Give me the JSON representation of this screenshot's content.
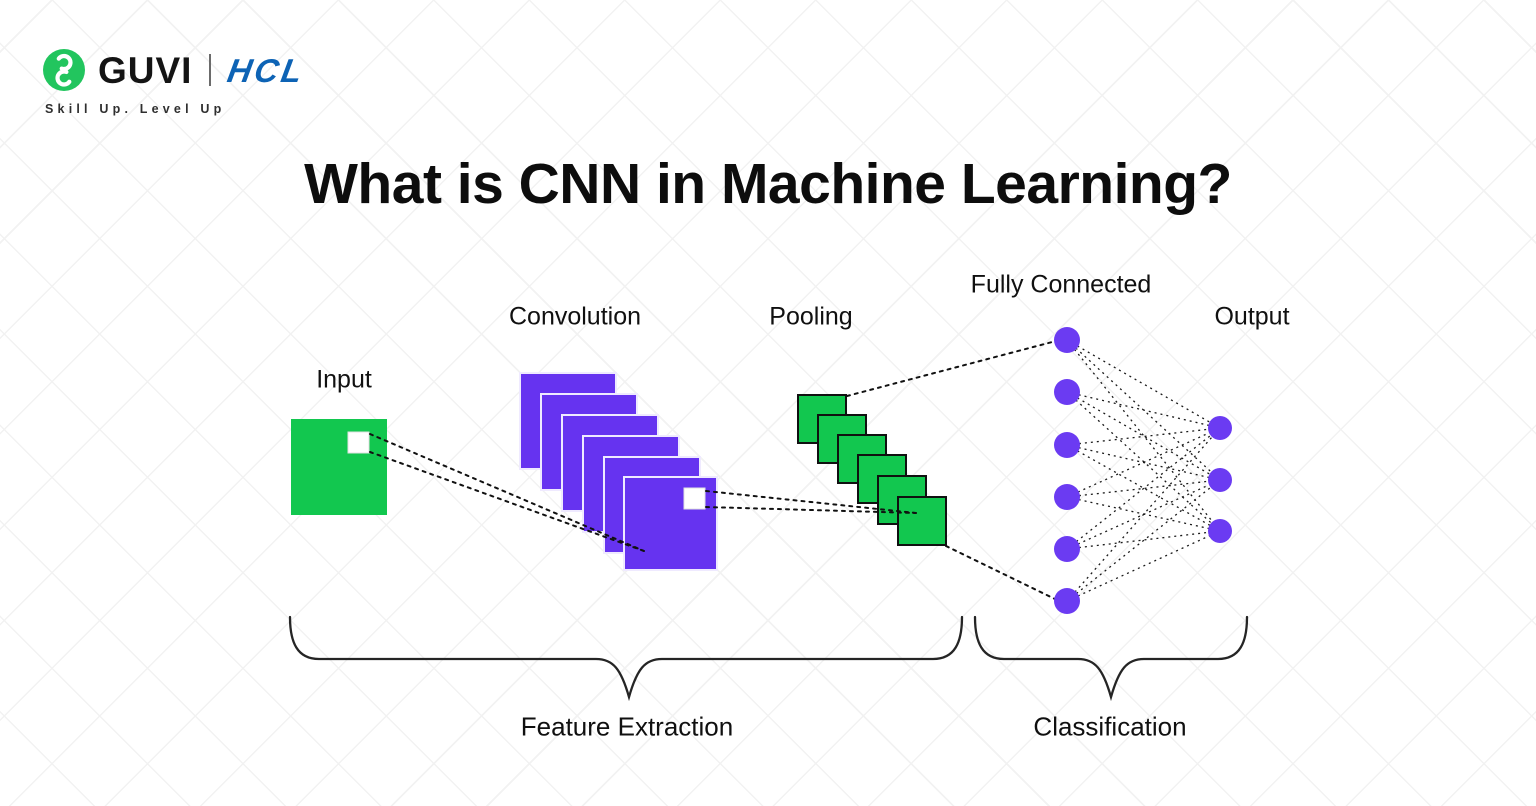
{
  "logo": {
    "brand": "GUVI",
    "partner": "HCL",
    "tagline": "Skill Up. Level Up",
    "icon": "guvi-green-circle-g-icon",
    "colors": {
      "guvi_green": "#22C55E",
      "hcl_blue": "#0D63B5"
    }
  },
  "title": "What is CNN in Machine Learning?",
  "diagram": {
    "labels": {
      "input": "Input",
      "convolution": "Convolution",
      "pooling": "Pooling",
      "fully_connected": "Fully Connected",
      "output": "Output"
    },
    "stages": {
      "feature_extraction": "Feature Extraction",
      "classification": "Classification"
    },
    "structure": {
      "input_images": 1,
      "convolution_feature_maps": 6,
      "pooling_maps": 6,
      "fully_connected_nodes": 6,
      "output_nodes": 3,
      "connections": "fully-connected layer nodes link to every output node with dotted lines"
    },
    "colors": {
      "input_green": "#12C74F",
      "convolution_purple": "#6633F0",
      "pooling_green": "#12C74F",
      "node_purple": "#6B3BF2",
      "dotted_line": "#1A1A1A"
    }
  }
}
